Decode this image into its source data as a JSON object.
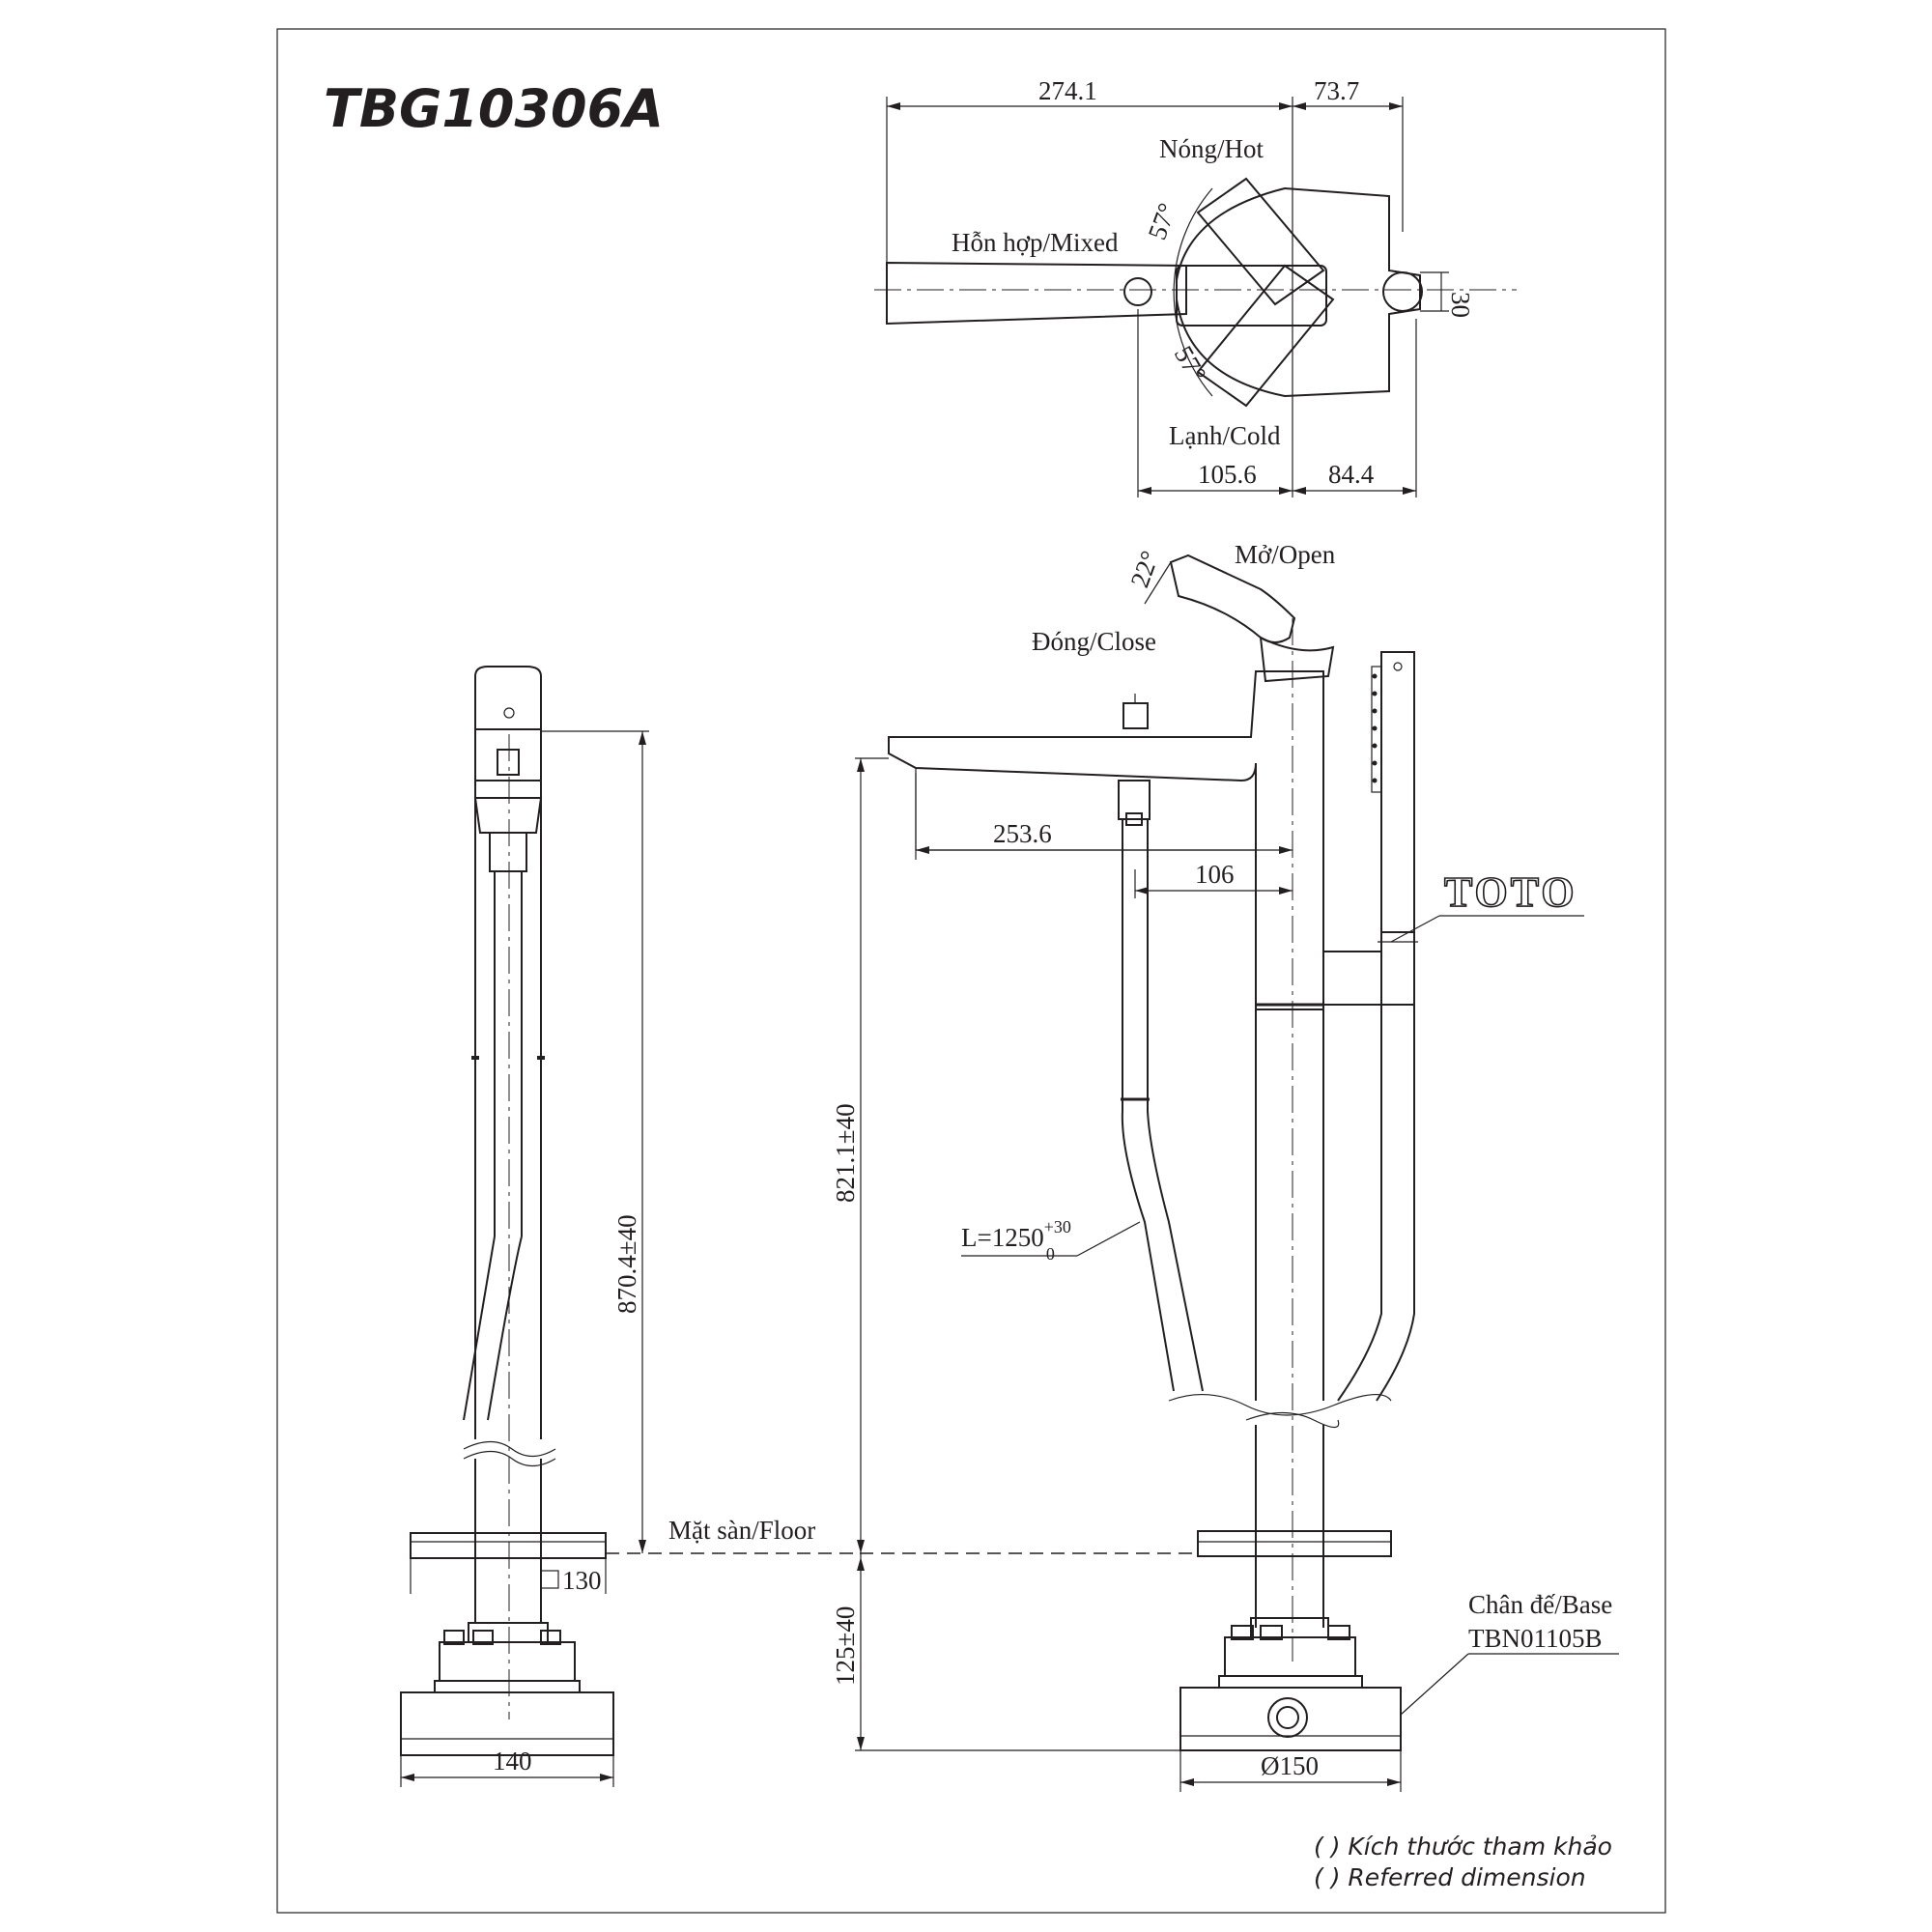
{
  "title": "TBG10306A",
  "top_view": {
    "label_hot": "Nóng/Hot",
    "label_mixed": "Hỗn hợp/Mixed",
    "label_cold": "Lạnh/Cold",
    "angle_upper": "57°",
    "angle_lower": "57°",
    "dim_274_1": "274.1",
    "dim_73_7": "73.7",
    "dim_30": "30",
    "dim_105_6": "105.6",
    "dim_84_4": "84.4"
  },
  "front_view": {
    "label_open": "Mở/Open",
    "label_close": "Đóng/Close",
    "angle_22": "22°",
    "dim_253_6": "253.6",
    "dim_106": "106",
    "dim_821": "821.1±40",
    "hose_length_base": "L=1250",
    "hose_length_sup": "+30",
    "hose_length_sub": "0",
    "brand_logo": "TOTO",
    "dim_125": "125±40",
    "dim_150": "Ø150",
    "label_base": "Chân đế/Base",
    "label_base_model": "TBN01105B"
  },
  "side_view": {
    "dim_870": "870.4±40",
    "dim_130": "130",
    "dim_140": "140",
    "label_floor": "Mặt sàn/Floor"
  },
  "notes": {
    "line1": "( ) Kích thước tham khảo",
    "line2": "( ) Referred dimension"
  }
}
